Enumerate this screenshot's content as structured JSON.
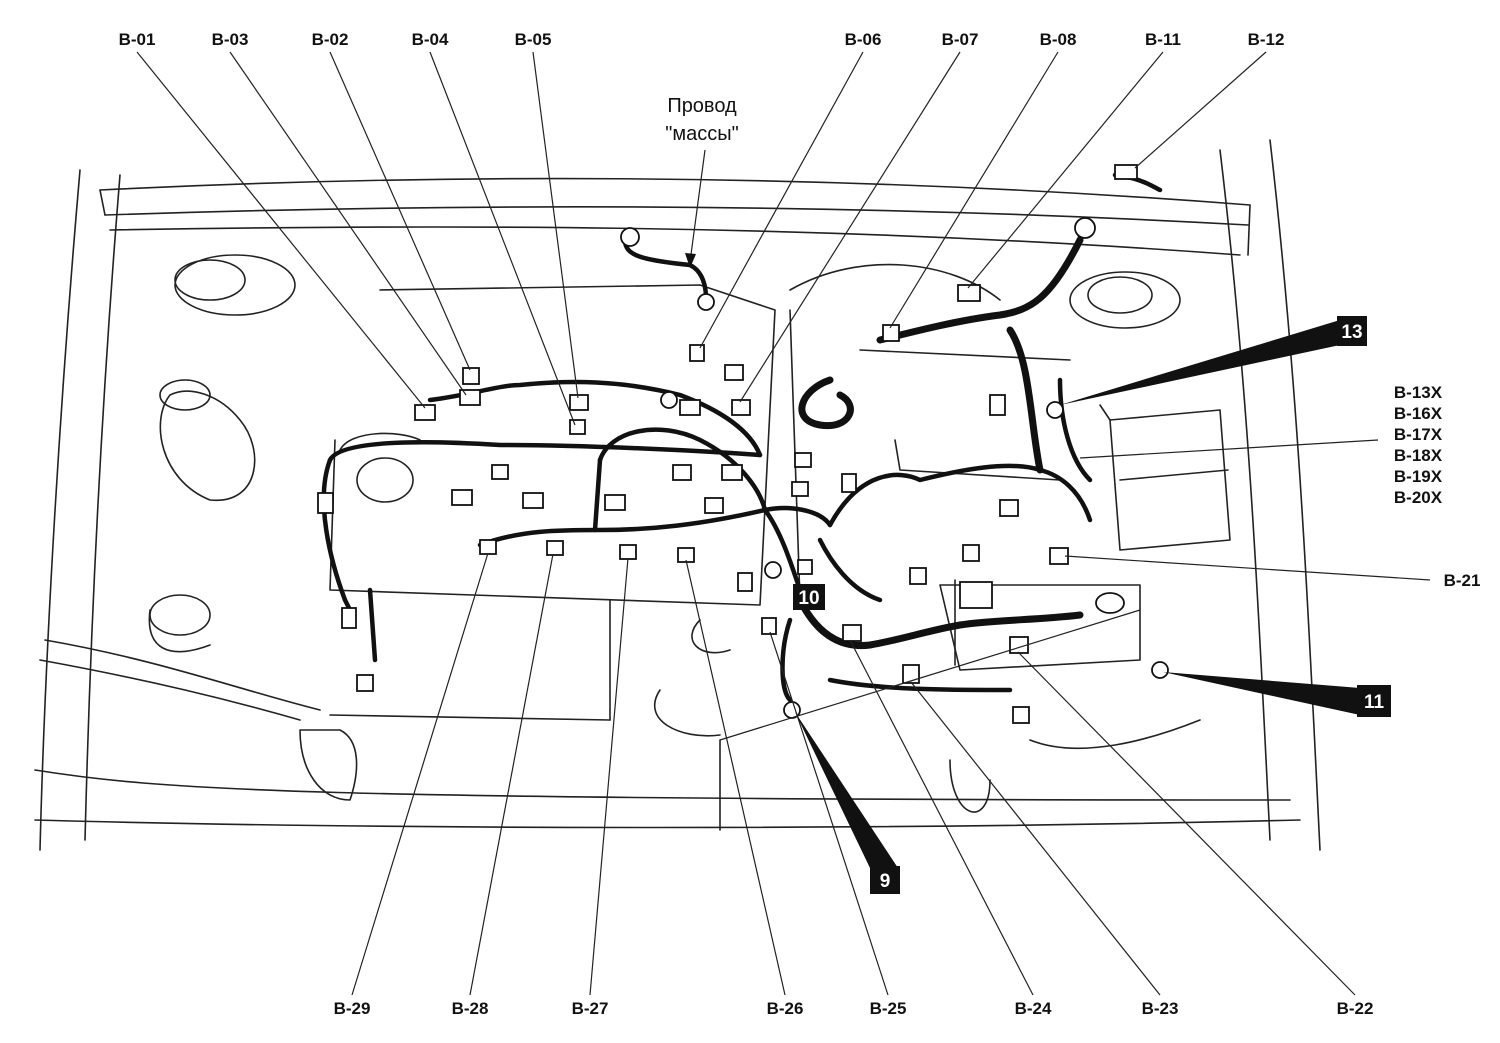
{
  "callouts_top": [
    "B-01",
    "B-03",
    "B-02",
    "B-04",
    "B-05",
    "B-06",
    "B-07",
    "B-08",
    "B-11",
    "B-12"
  ],
  "callouts_bottom": [
    "B-29",
    "B-28",
    "B-27",
    "B-26",
    "B-25",
    "B-24",
    "B-23",
    "B-22"
  ],
  "callout_right": "B-21",
  "group_right": [
    "B-13X",
    "B-16X",
    "B-17X",
    "B-18X",
    "B-19X",
    "B-20X"
  ],
  "ground_label": {
    "line1": "Провод",
    "line2": "\"массы\""
  },
  "badges": [
    "13",
    "10",
    "11",
    "9"
  ]
}
